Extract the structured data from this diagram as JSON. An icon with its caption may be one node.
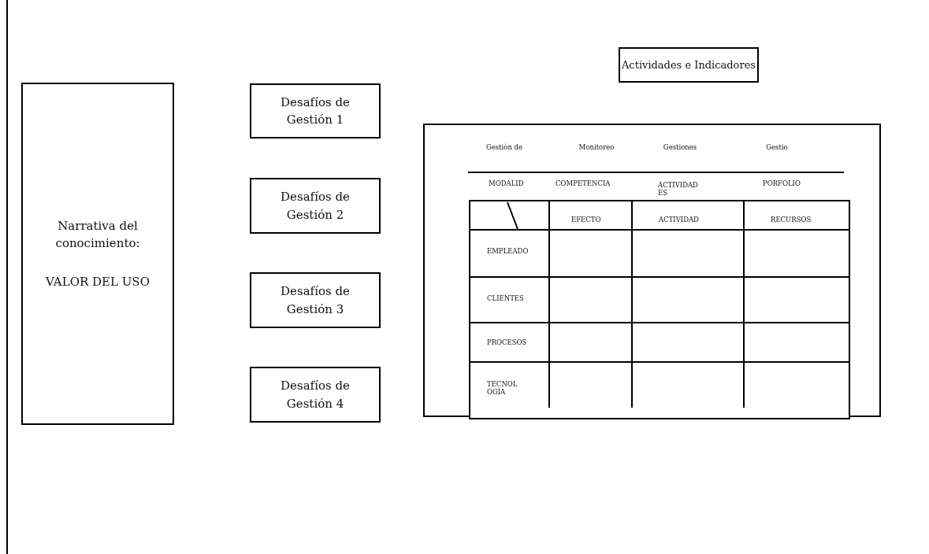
{
  "diagram": {
    "nodes": [
      {
        "text": [
          "Narrativa del conocimiento:",
          "VALOR DEL USO"
        ]
      },
      {
        "text": [
          "Desafíos de Gestión 1"
        ]
      },
      {
        "text": [
          "Desafíos de Gestión 2"
        ]
      },
      {
        "text": [
          "Desafíos de Gestión 3"
        ]
      },
      {
        "text": [
          "Desafíos de Gestión 4"
        ]
      },
      {
        "text": [
          "Actividades e Indicadores"
        ]
      }
    ],
    "labels": [
      "Gestión de",
      "Monitoreo",
      "Gestiones",
      "Gestio",
      "MODALID",
      "COMPETENCIA",
      "ACTIVIDADES",
      "PORFOLIO",
      "EFECTO",
      "ACTIVIDAD",
      "RECURSOS",
      "EMPLEADO",
      "CLIENTES",
      "PROCESOS",
      "TECNOLOGÍA"
    ]
  }
}
